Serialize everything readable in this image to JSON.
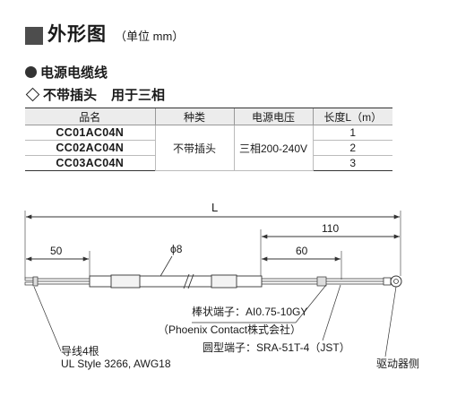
{
  "title": {
    "main": "外形图",
    "unit": "（单位 mm）"
  },
  "section": {
    "heading": "电源电缆线",
    "type": "不带插头",
    "usage": "用于三相"
  },
  "table": {
    "headers": [
      "品名",
      "种类",
      "电源电压",
      "长度L（m）"
    ],
    "type_value": "不带插头",
    "voltage_value": "三相200-240V",
    "rows": [
      {
        "model": "CC01AC04N",
        "length": "1"
      },
      {
        "model": "CC02AC04N",
        "length": "2"
      },
      {
        "model": "CC03AC04N",
        "length": "3"
      }
    ]
  },
  "drawing": {
    "dim_L": "L",
    "dim_110": "110",
    "dim_50": "50",
    "dim_60": "60",
    "dim_phi8": "ϕ8",
    "label_terminal_line1": "棒状端子：AI0.75-10GY",
    "label_terminal_line2": "（Phoenix Contact株式会社）",
    "label_wire_line1": "导线4根",
    "label_wire_line2": "UL Style 3266, AWG18",
    "label_ring": "圆型端子：SRA-51T-4（JST）",
    "label_driver_side": "驱动器侧"
  },
  "colors": {
    "title_square": "#4d4d4d",
    "table_header": "#ececec",
    "line": "#333333"
  }
}
